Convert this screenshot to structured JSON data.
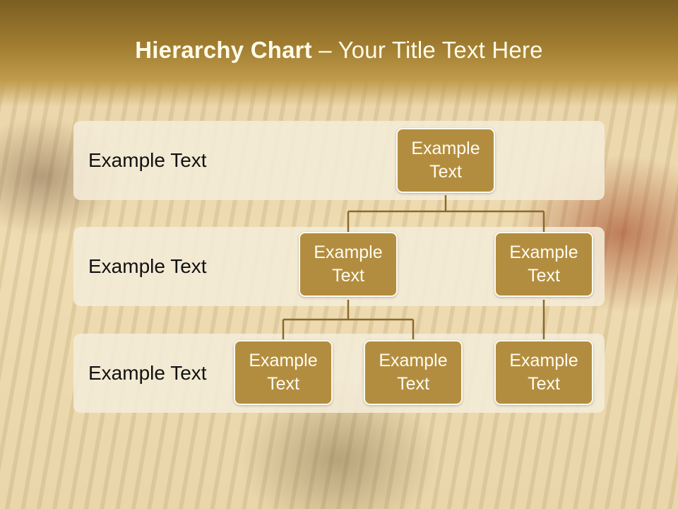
{
  "slide": {
    "title_bold": "Hierarchy Chart",
    "title_rest": " – Your Title Text Here"
  },
  "bands": [
    {
      "label": "Example Text"
    },
    {
      "label": "Example Text"
    },
    {
      "label": "Example Text"
    }
  ],
  "nodes": {
    "root": "Example Text",
    "level2_left": "Example Text",
    "level2_right": "Example Text",
    "level3_a": "Example Text",
    "level3_b": "Example Text",
    "level3_c": "Example Text"
  },
  "colors": {
    "node_fill": "#b38d3f",
    "connector": "#8a6a2c",
    "title_bar": "#8c6c28"
  }
}
